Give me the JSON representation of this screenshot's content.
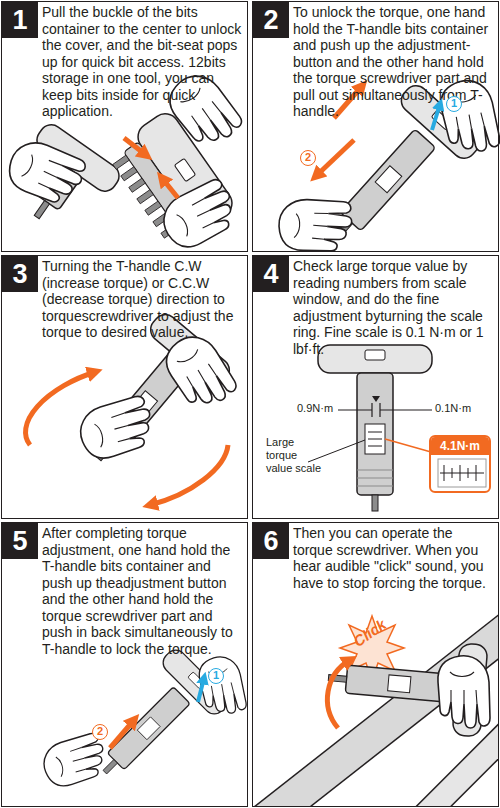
{
  "diagram": {
    "nodes": [
      {
        "text": [
          "Pull the buckle of the bits container to the center to unlock the cover, and the bit-seat pops up for quick bit access. 12bits storage in one tool, you can keep bits inside for quick application."
        ]
      },
      {
        "text": [
          "1"
        ],
        "in": 0
      },
      {
        "text": [
          "To unlock the torque, one hand hold the T-handle bits container and push up the adjustment-button and the other hand hold the torque screwdriver part and pull out simultaneously from T-handle."
        ]
      },
      {
        "text": [
          "2"
        ],
        "in": 2
      },
      {
        "text": [
          "Turning the T-handle C.W (increase torque) or C.C.W (decrease torque) direction to torquescrewdriver to adjust the torque to desired value."
        ]
      },
      {
        "text": [
          "3"
        ],
        "in": 4
      },
      {
        "text": [
          "Check large torque value by reading numbers from scale window, and do the fine adjustment byturning the scale ring. Fine scale is 0.1 N·m or 1 lbf·ft."
        ]
      },
      {
        "text": [
          "4"
        ],
        "in": 6
      },
      {
        "text": [
          "4.1N·m"
        ],
        "in": 6
      },
      {
        "text": [
          "After completing torque adjustment, one hand hold the T-handle bits container and push up theadjustment button and the other hand hold the torque screwdriver part and push in back simultaneously to T-handle to lock the torque."
        ]
      },
      {
        "text": [
          "5"
        ],
        "in": 9
      },
      {
        "text": [
          "Then you can operate the torque screwdriver. When you hear audible \"click\" sound, you have to stop forcing the torque."
        ]
      },
      {
        "text": [
          "6"
        ],
        "in": 11
      }
    ],
    "labels": [
      "1",
      "2",
      "0.9N·m",
      "0.1N·m",
      "Large torque value scale",
      "1",
      "2",
      "Click"
    ]
  }
}
